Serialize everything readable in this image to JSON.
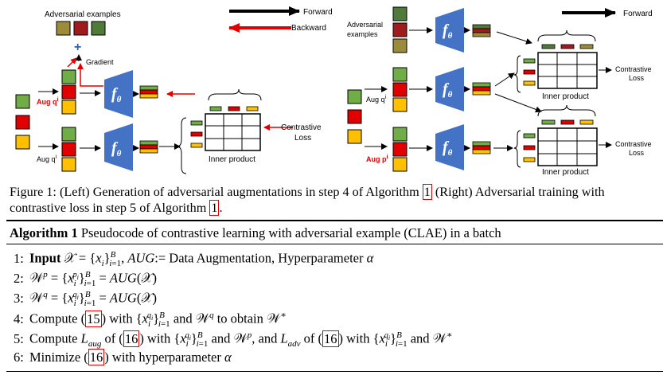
{
  "left_diagram": {
    "adversarial_examples": "Adversarial examples",
    "forward": "Forward",
    "backward": "Backward",
    "gradient": "Gradient",
    "aug_q": "Aug q",
    "aug_q_sup": "i",
    "contrastive_loss_1": "Contrastive",
    "contrastive_loss_2": "Loss",
    "inner_product": "Inner product",
    "encoder": "f",
    "encoder_sub": "θ"
  },
  "right_diagram": {
    "adversarial_1": "Adversarial",
    "adversarial_2": "examples",
    "forward": "Forward",
    "aug_q": "Aug q",
    "aug_q_sup": "i",
    "aug_p": "Aug p",
    "aug_p_sup": "i",
    "contrastive_loss_1": "Contrastive",
    "contrastive_loss_2": "Loss",
    "inner_product": "Inner product",
    "encoder": "f",
    "encoder_sub": "θ"
  },
  "colors": {
    "panel_bg": "#e2efd9",
    "encoder_blue": "#4472c4",
    "green": "#70ad47",
    "red": "#e00000",
    "yellow": "#ffc000",
    "adv_olive": "#9c8b3a",
    "adv_darkred": "#a01c1c",
    "adv_darkgreen": "#4f7a3a"
  },
  "caption": {
    "p1": "Figure 1: (Left) Generation of adversarial augmentations in step 4 of Algorithm ",
    "ref1": "1",
    "p2": " (Right) Adversarial training with contrastive loss in step 5 of Algorithm ",
    "ref2": "1",
    "p3": "."
  },
  "algorithm": {
    "label": "Algorithm 1",
    "title": " Pseudocode of contrastive learning with adversarial example (CLAE) in a batch",
    "l1_num": "1:",
    "l1_bold": "Input",
    "l1_a": "= {",
    "l1_b": "}",
    "l1_c": ", ",
    "l1_d": ":= Data Augmentation, Hyperparameter ",
    "l2_num": "2:",
    "l3_num": "3:",
    "l4_num": "4:",
    "l4_a": "Compute (",
    "l4_ref": "15",
    "l4_b": ") with {",
    "l4_c": " and ",
    "l4_d": " to obtain ",
    "l5_num": "5:",
    "l5_a": "Compute ",
    "l5_b": " of (",
    "l5_ref1": "16",
    "l5_c": ") with {",
    "l5_d": " and ",
    "l5_e": ", and ",
    "l5_f": " of (",
    "l5_ref2": "16",
    "l5_g": ") with {",
    "l5_h": " and ",
    "l6_num": "6:",
    "l6_a": "Minimize (",
    "l6_ref": "16",
    "l6_b": ") with hyperparameter "
  }
}
